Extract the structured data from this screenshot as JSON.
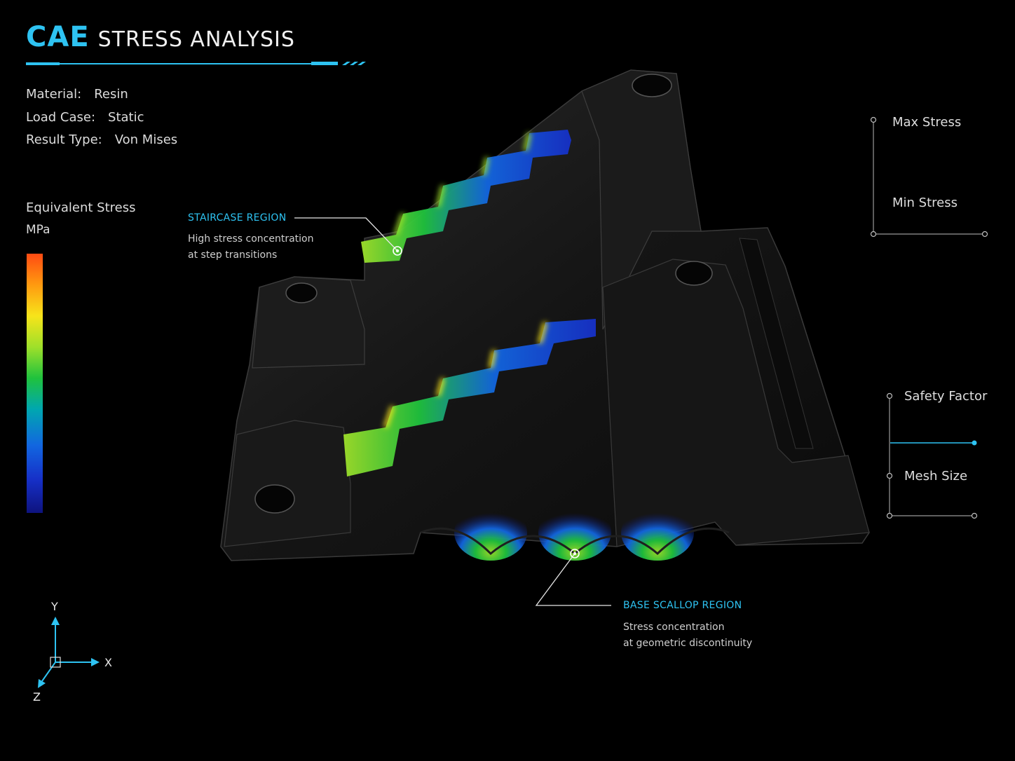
{
  "header": {
    "brand": "CAE",
    "title": "STRESS ANALYSIS"
  },
  "properties": [
    {
      "label": "Material:",
      "value": "Resin"
    },
    {
      "label": "Load Case:",
      "value": "Static"
    },
    {
      "label": "Result Type:",
      "value": "Von Mises"
    }
  ],
  "legend": {
    "title": "Equivalent Stress",
    "unit": "MPa",
    "colors": [
      "#ff4a12",
      "#ff9a10",
      "#f7e41a",
      "#9fe02a",
      "#1fc23d",
      "#00a7b0",
      "#1266e0",
      "#1630c8",
      "#0e137e"
    ]
  },
  "callouts": {
    "staircase": {
      "title": "STAIRCASE REGION",
      "line1": "High stress concentration",
      "line2": "at step transitions"
    },
    "scallop": {
      "title": "BASE SCALLOP REGION",
      "line1": "Stress concentration",
      "line2": "at geometric discontinuity"
    }
  },
  "side_panel": {
    "max_stress": "Max Stress",
    "min_stress": "Min Stress",
    "safety_factor": "Safety Factor",
    "mesh_size": "Mesh Size"
  },
  "axes": {
    "x": "X",
    "y": "Y",
    "z": "Z"
  },
  "colors": {
    "accent": "#2ec3f2",
    "background": "#000000",
    "model": "#141414"
  }
}
